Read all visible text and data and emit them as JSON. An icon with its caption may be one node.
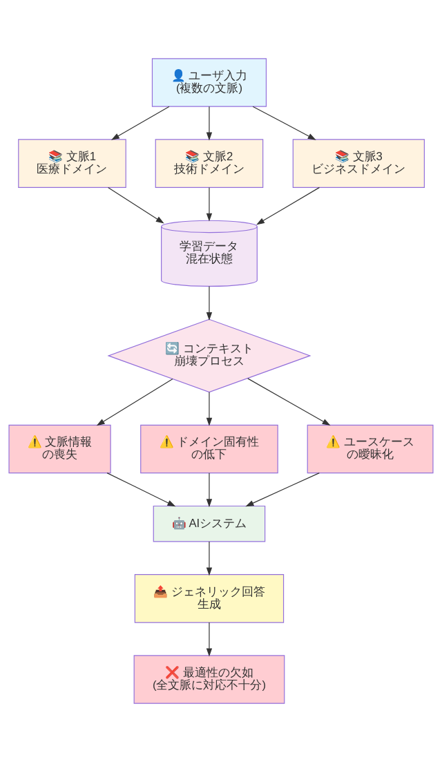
{
  "diagram": {
    "nodes": [
      {
        "text": [
          "👤 ユーザ入力",
          "(複数の文脈)"
        ]
      },
      {
        "text": [
          "📚 文脈1",
          "医療ドメイン"
        ]
      },
      {
        "text": [
          "📚 文脈2",
          "技術ドメイン"
        ]
      },
      {
        "text": [
          "📚 文脈3",
          "ビジネスドメイン"
        ]
      },
      {
        "text": [
          "学習データ",
          "混在状態"
        ]
      },
      {
        "text": [
          "🔄 コンテキスト",
          "崩壊プロセス"
        ]
      },
      {
        "text": [
          "⚠️ 文脈情報",
          "の喪失"
        ]
      },
      {
        "text": [
          "⚠️ ドメイン固有性",
          "の低下"
        ]
      },
      {
        "text": [
          "⚠️ ユースケース",
          "の曖昧化"
        ]
      },
      {
        "text": [
          "🤖 AIシステム"
        ]
      },
      {
        "text": [
          "📤 ジェネリック回答",
          "生成"
        ]
      },
      {
        "text": [
          "❌ 最適性の欠如",
          "(全文脈に対応不十分)"
        ]
      }
    ],
    "edges": [
      {
        "from": 0,
        "to": 1,
        "arrow": "to"
      },
      {
        "from": 0,
        "to": 2,
        "arrow": "to"
      },
      {
        "from": 0,
        "to": 3,
        "arrow": "to"
      },
      {
        "from": 1,
        "to": 4,
        "arrow": "to"
      },
      {
        "from": 2,
        "to": 4,
        "arrow": "to"
      },
      {
        "from": 3,
        "to": 4,
        "arrow": "to"
      },
      {
        "from": 4,
        "to": 5,
        "arrow": "to"
      },
      {
        "from": 5,
        "to": 6,
        "arrow": "to"
      },
      {
        "from": 5,
        "to": 7,
        "arrow": "to"
      },
      {
        "from": 5,
        "to": 8,
        "arrow": "to"
      },
      {
        "from": 6,
        "to": 9,
        "arrow": "to"
      },
      {
        "from": 7,
        "to": 9,
        "arrow": "to"
      },
      {
        "from": 8,
        "to": 9,
        "arrow": "to"
      },
      {
        "from": 9,
        "to": 10,
        "arrow": "to"
      },
      {
        "from": 10,
        "to": 11,
        "arrow": "to"
      }
    ]
  }
}
